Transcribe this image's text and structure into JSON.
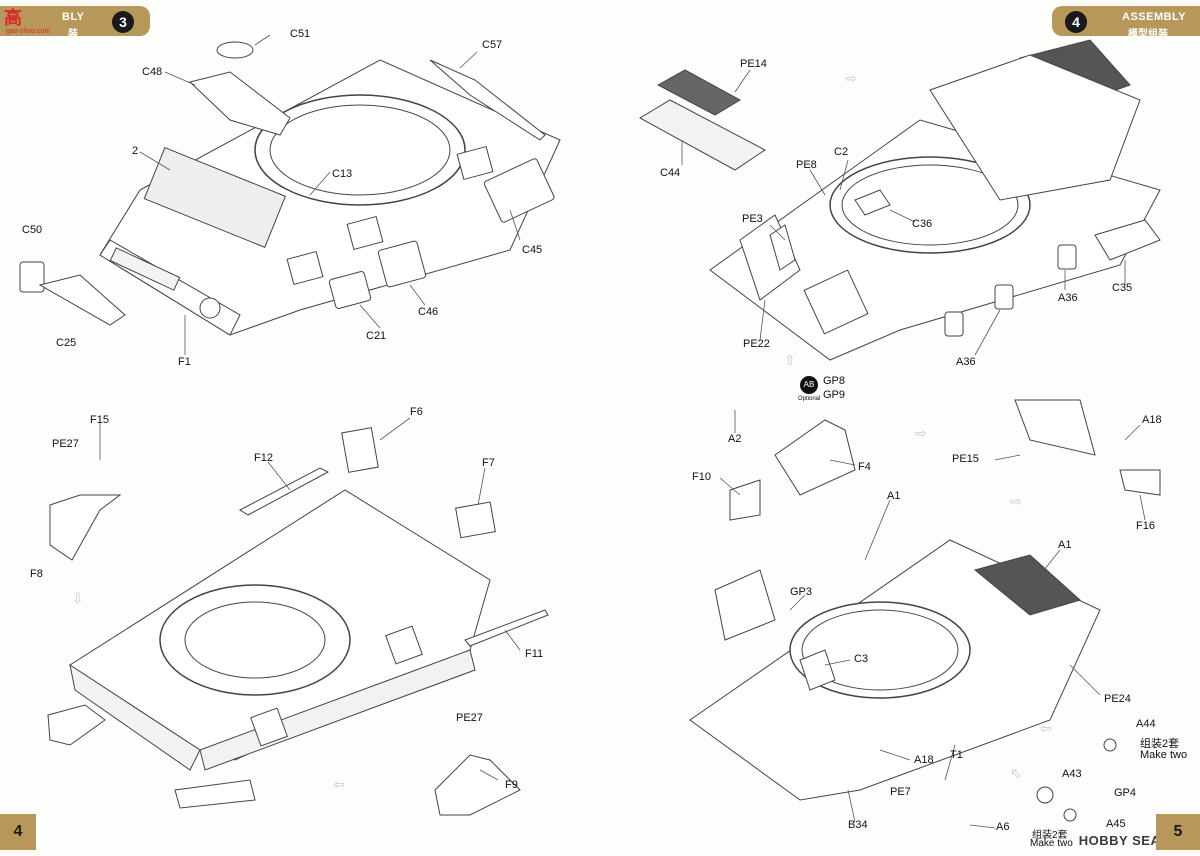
{
  "left_page": {
    "logo_text": "高",
    "logo_sub": "gao-shou.com",
    "header_line1": "BLY",
    "header_line2": "装",
    "step_number": "3",
    "page_number": "4",
    "labels": {
      "c51": "C51",
      "c57": "C57",
      "c48": "C48",
      "two": "2",
      "c13": "C13",
      "c50": "C50",
      "c25": "C25",
      "f1": "F1",
      "c21": "C21",
      "c46": "C46",
      "c45": "C45",
      "f15": "F15",
      "pe27_top": "PE27",
      "f8": "F8",
      "f12": "F12",
      "f6": "F6",
      "f7": "F7",
      "f11": "F11",
      "pe27_bottom": "PE27",
      "f9": "F9"
    }
  },
  "right_page": {
    "header_line1": "ASSEMBLY",
    "header_line2": "模型组装",
    "step_number": "4",
    "page_number": "5",
    "watermark": "HOBBY SEARCH",
    "labels": {
      "pe14": "PE14",
      "c44": "C44",
      "pe8": "PE8",
      "c2": "C2",
      "pe3": "PE3",
      "c36": "C36",
      "pe22": "PE22",
      "a36_top": "A36",
      "c35": "C35",
      "a36_bottom": "A36",
      "gp8": "GP8",
      "gp9": "GP9",
      "optional": "Optional",
      "a2": "A2",
      "a18_top": "A18",
      "f4": "F4",
      "pe15": "PE15",
      "f10": "F10",
      "f16": "F16",
      "a1_top": "A1",
      "a1_right": "A1",
      "gp3": "GP3",
      "c3": "C3",
      "pe24": "PE24",
      "a44": "A44",
      "assemble_two_cn": "组装2套",
      "make_two": "Make two",
      "a18_bottom": "A18",
      "t1": "T1",
      "a43": "A43",
      "gp4": "GP4",
      "pe7": "PE7",
      "b34": "B34",
      "a6": "A6",
      "a45": "A45",
      "assemble_two_cn_2": "组装2套",
      "make_two_2": "Make two"
    }
  }
}
